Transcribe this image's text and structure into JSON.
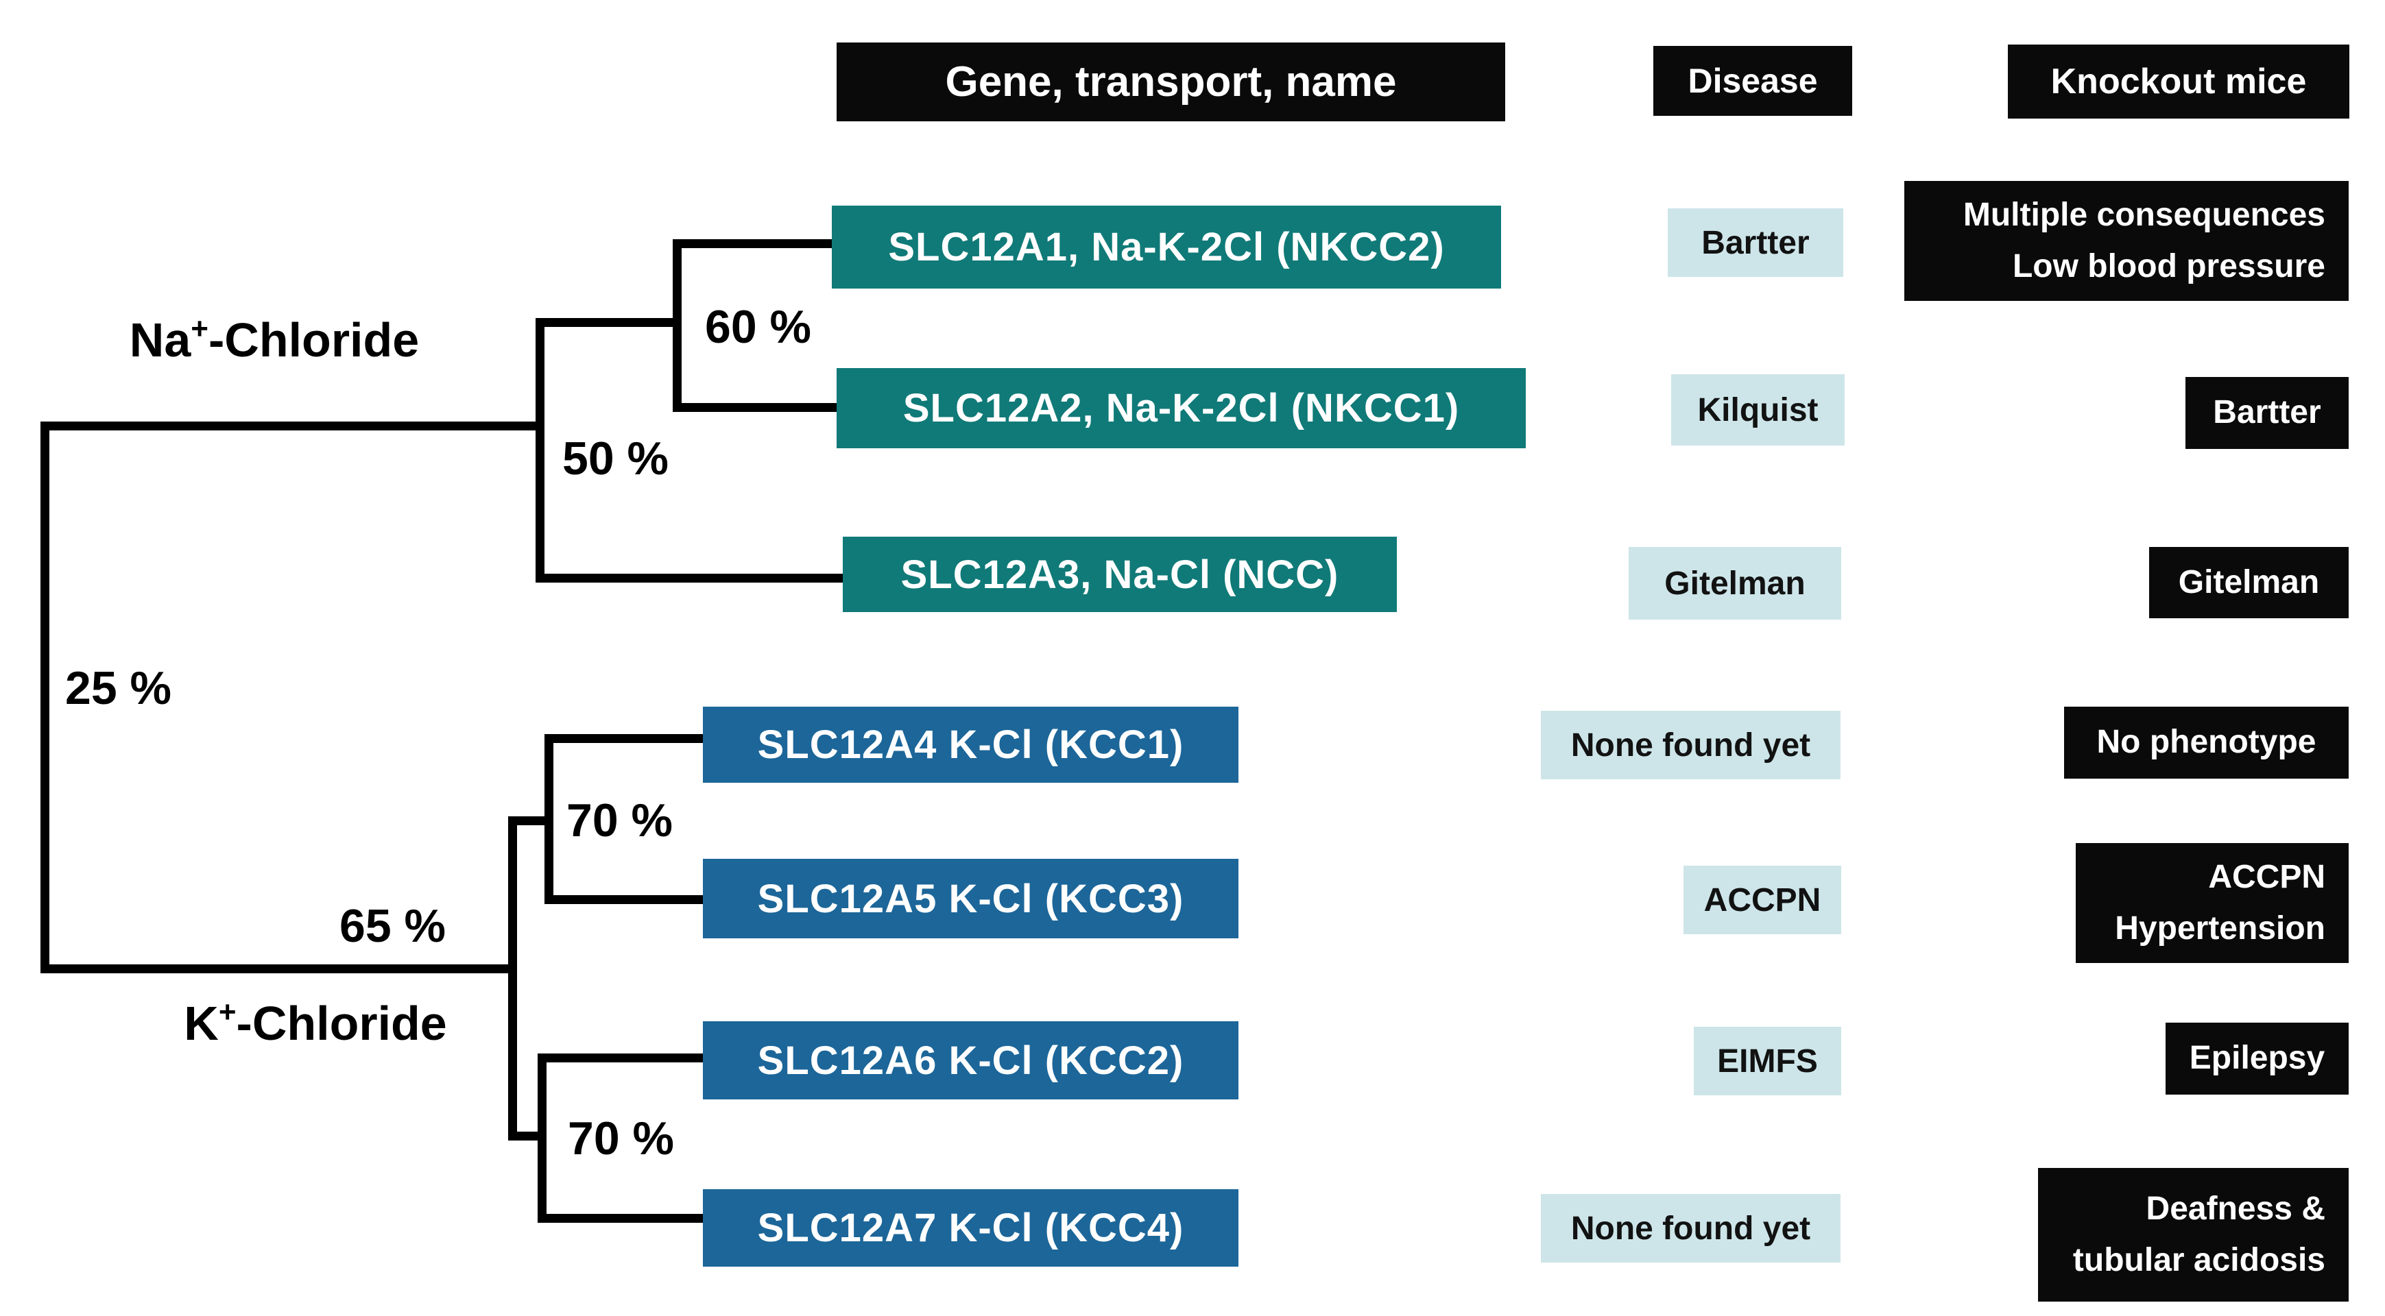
{
  "headers": {
    "gene": "Gene, transport, name",
    "disease": "Disease",
    "knockout": "Knockout mice"
  },
  "tree": {
    "root_percent": "25 %",
    "na": {
      "base": "Na",
      "sup": "+",
      "rest": "-Chloride",
      "percent": "50 %",
      "sub_percent": "60 %"
    },
    "k": {
      "base": "K",
      "sup": "+",
      "rest": "-Chloride",
      "percent": "65 %",
      "top_percent": "70 %",
      "bottom_percent": "70 %"
    }
  },
  "rows": [
    {
      "gene": "SLC12A1, Na-K-2Cl (NKCC2)",
      "family": "na-chloride",
      "disease": "Bartter",
      "knockout": [
        "Multiple consequences",
        "Low blood pressure"
      ]
    },
    {
      "gene": "SLC12A2, Na-K-2Cl (NKCC1)",
      "family": "na-chloride",
      "disease": "Kilquist",
      "knockout": [
        "Bartter"
      ]
    },
    {
      "gene": "SLC12A3, Na-Cl (NCC)",
      "family": "na-chloride",
      "disease": "Gitelman",
      "knockout": [
        "Gitelman"
      ]
    },
    {
      "gene": "SLC12A4 K-Cl (KCC1)",
      "family": "k-chloride",
      "disease": "None found yet",
      "knockout": [
        "No phenotype"
      ]
    },
    {
      "gene": "SLC12A5 K-Cl (KCC3)",
      "family": "k-chloride",
      "disease": "ACCPN",
      "knockout": [
        "ACCPN",
        "Hypertension"
      ]
    },
    {
      "gene": "SLC12A6 K-Cl (KCC2)",
      "family": "k-chloride",
      "disease": "EIMFS",
      "knockout": [
        "Epilepsy"
      ]
    },
    {
      "gene": "SLC12A7 K-Cl (KCC4)",
      "family": "k-chloride",
      "disease": "None found yet",
      "knockout": [
        "Deafness &",
        "tubular acidosis"
      ]
    }
  ],
  "colors": {
    "teal_gene_box": "#107a78",
    "blue_gene_box": "#1c6699",
    "disease_box": "#cde5e9",
    "black_box": "#0a0a0a",
    "tree_line": "#000000",
    "text_on_dark": "#ffffff",
    "text_on_light": "#121212",
    "background": "#ffffff"
  }
}
